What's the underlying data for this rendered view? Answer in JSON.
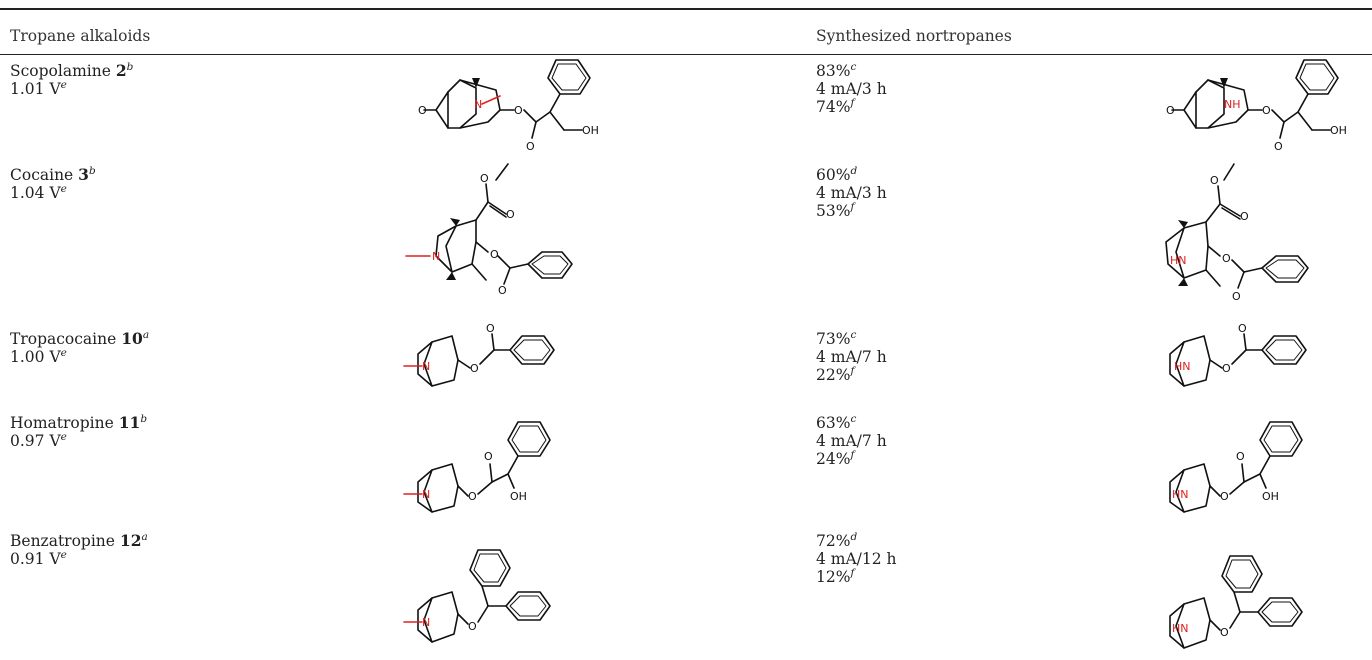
{
  "header": {
    "col1": "Tropane alkaloids",
    "col2": "Synthesized nortropanes"
  },
  "rows": [
    {
      "name": "Scopolamine",
      "num": "2",
      "sup": "b",
      "potential": "1.01 V",
      "pot_sup": "e",
      "yield": "83%",
      "yield_sup": "c",
      "conditions": "4 mA/3 h",
      "yield2": "74%",
      "yield2_sup": "f"
    },
    {
      "name": "Cocaine",
      "num": "3",
      "sup": "b",
      "potential": "1.04 V",
      "pot_sup": "e",
      "yield": "60%",
      "yield_sup": "d",
      "conditions": "4 mA/3 h",
      "yield2": "53%",
      "yield2_sup": "f"
    },
    {
      "name": "Tropacocaine",
      "num": "10",
      "sup": "a",
      "potential": "1.00 V",
      "pot_sup": "e",
      "yield": "73%",
      "yield_sup": "c",
      "conditions": "4 mA/7 h",
      "yield2": "22%",
      "yield2_sup": "f"
    },
    {
      "name": "Homatropine",
      "num": "11",
      "sup": "b",
      "potential": "0.97 V",
      "pot_sup": "e",
      "yield": "63%",
      "yield_sup": "c",
      "conditions": "4 mA/7 h",
      "yield2": "24%",
      "yield2_sup": "f"
    },
    {
      "name": "Benzatropine",
      "num": "12",
      "sup": "a",
      "potential": "0.91 V",
      "pot_sup": "e",
      "yield": "72%",
      "yield_sup": "d",
      "conditions": "4 mA/12 h",
      "yield2": "12%",
      "yield2_sup": "f"
    }
  ],
  "atoms": {
    "N": "N",
    "NH": "NH",
    "HN": "HN",
    "O": "O",
    "OH": "OH"
  },
  "colors": {
    "highlight": "#e02020",
    "ink": "#111111"
  }
}
